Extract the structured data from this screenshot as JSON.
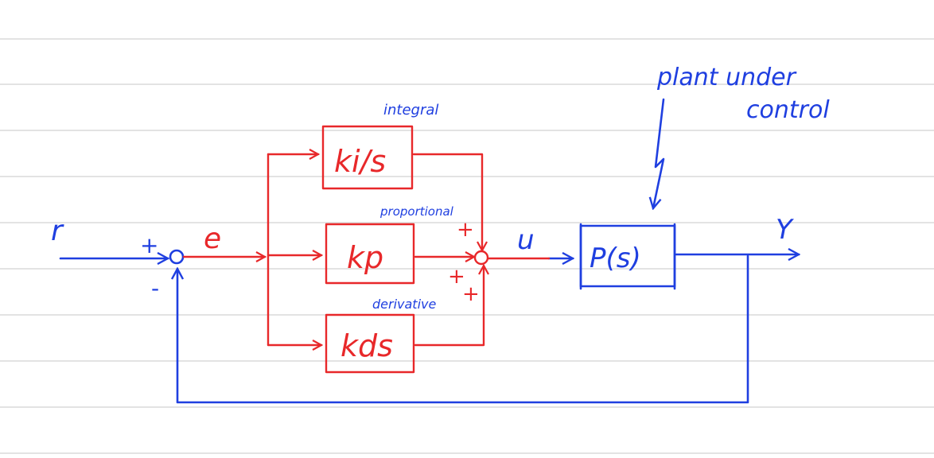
{
  "colors": {
    "paper": "#ffffff",
    "ruled_line": "#d9d9d9",
    "controller": "#e8282a",
    "plant_loop": "#1f3fe0"
  },
  "signals": {
    "reference": "r",
    "error": "e",
    "control": "u",
    "output": "Y"
  },
  "signs": {
    "summer1_plus": "+",
    "summer1_minus": "-",
    "summer2_top_plus": "+",
    "summer2_left_plus": "+",
    "summer2_bottom_plus": "+"
  },
  "blocks": {
    "integral": {
      "label": "integral",
      "expr": "ki/s"
    },
    "proportional": {
      "label": "proportional",
      "expr": "kp"
    },
    "derivative": {
      "label": "derivative",
      "expr": "kds"
    },
    "plant": {
      "expr": "P(s)"
    }
  },
  "annotation": {
    "line1": "plant under",
    "line2": "control"
  }
}
